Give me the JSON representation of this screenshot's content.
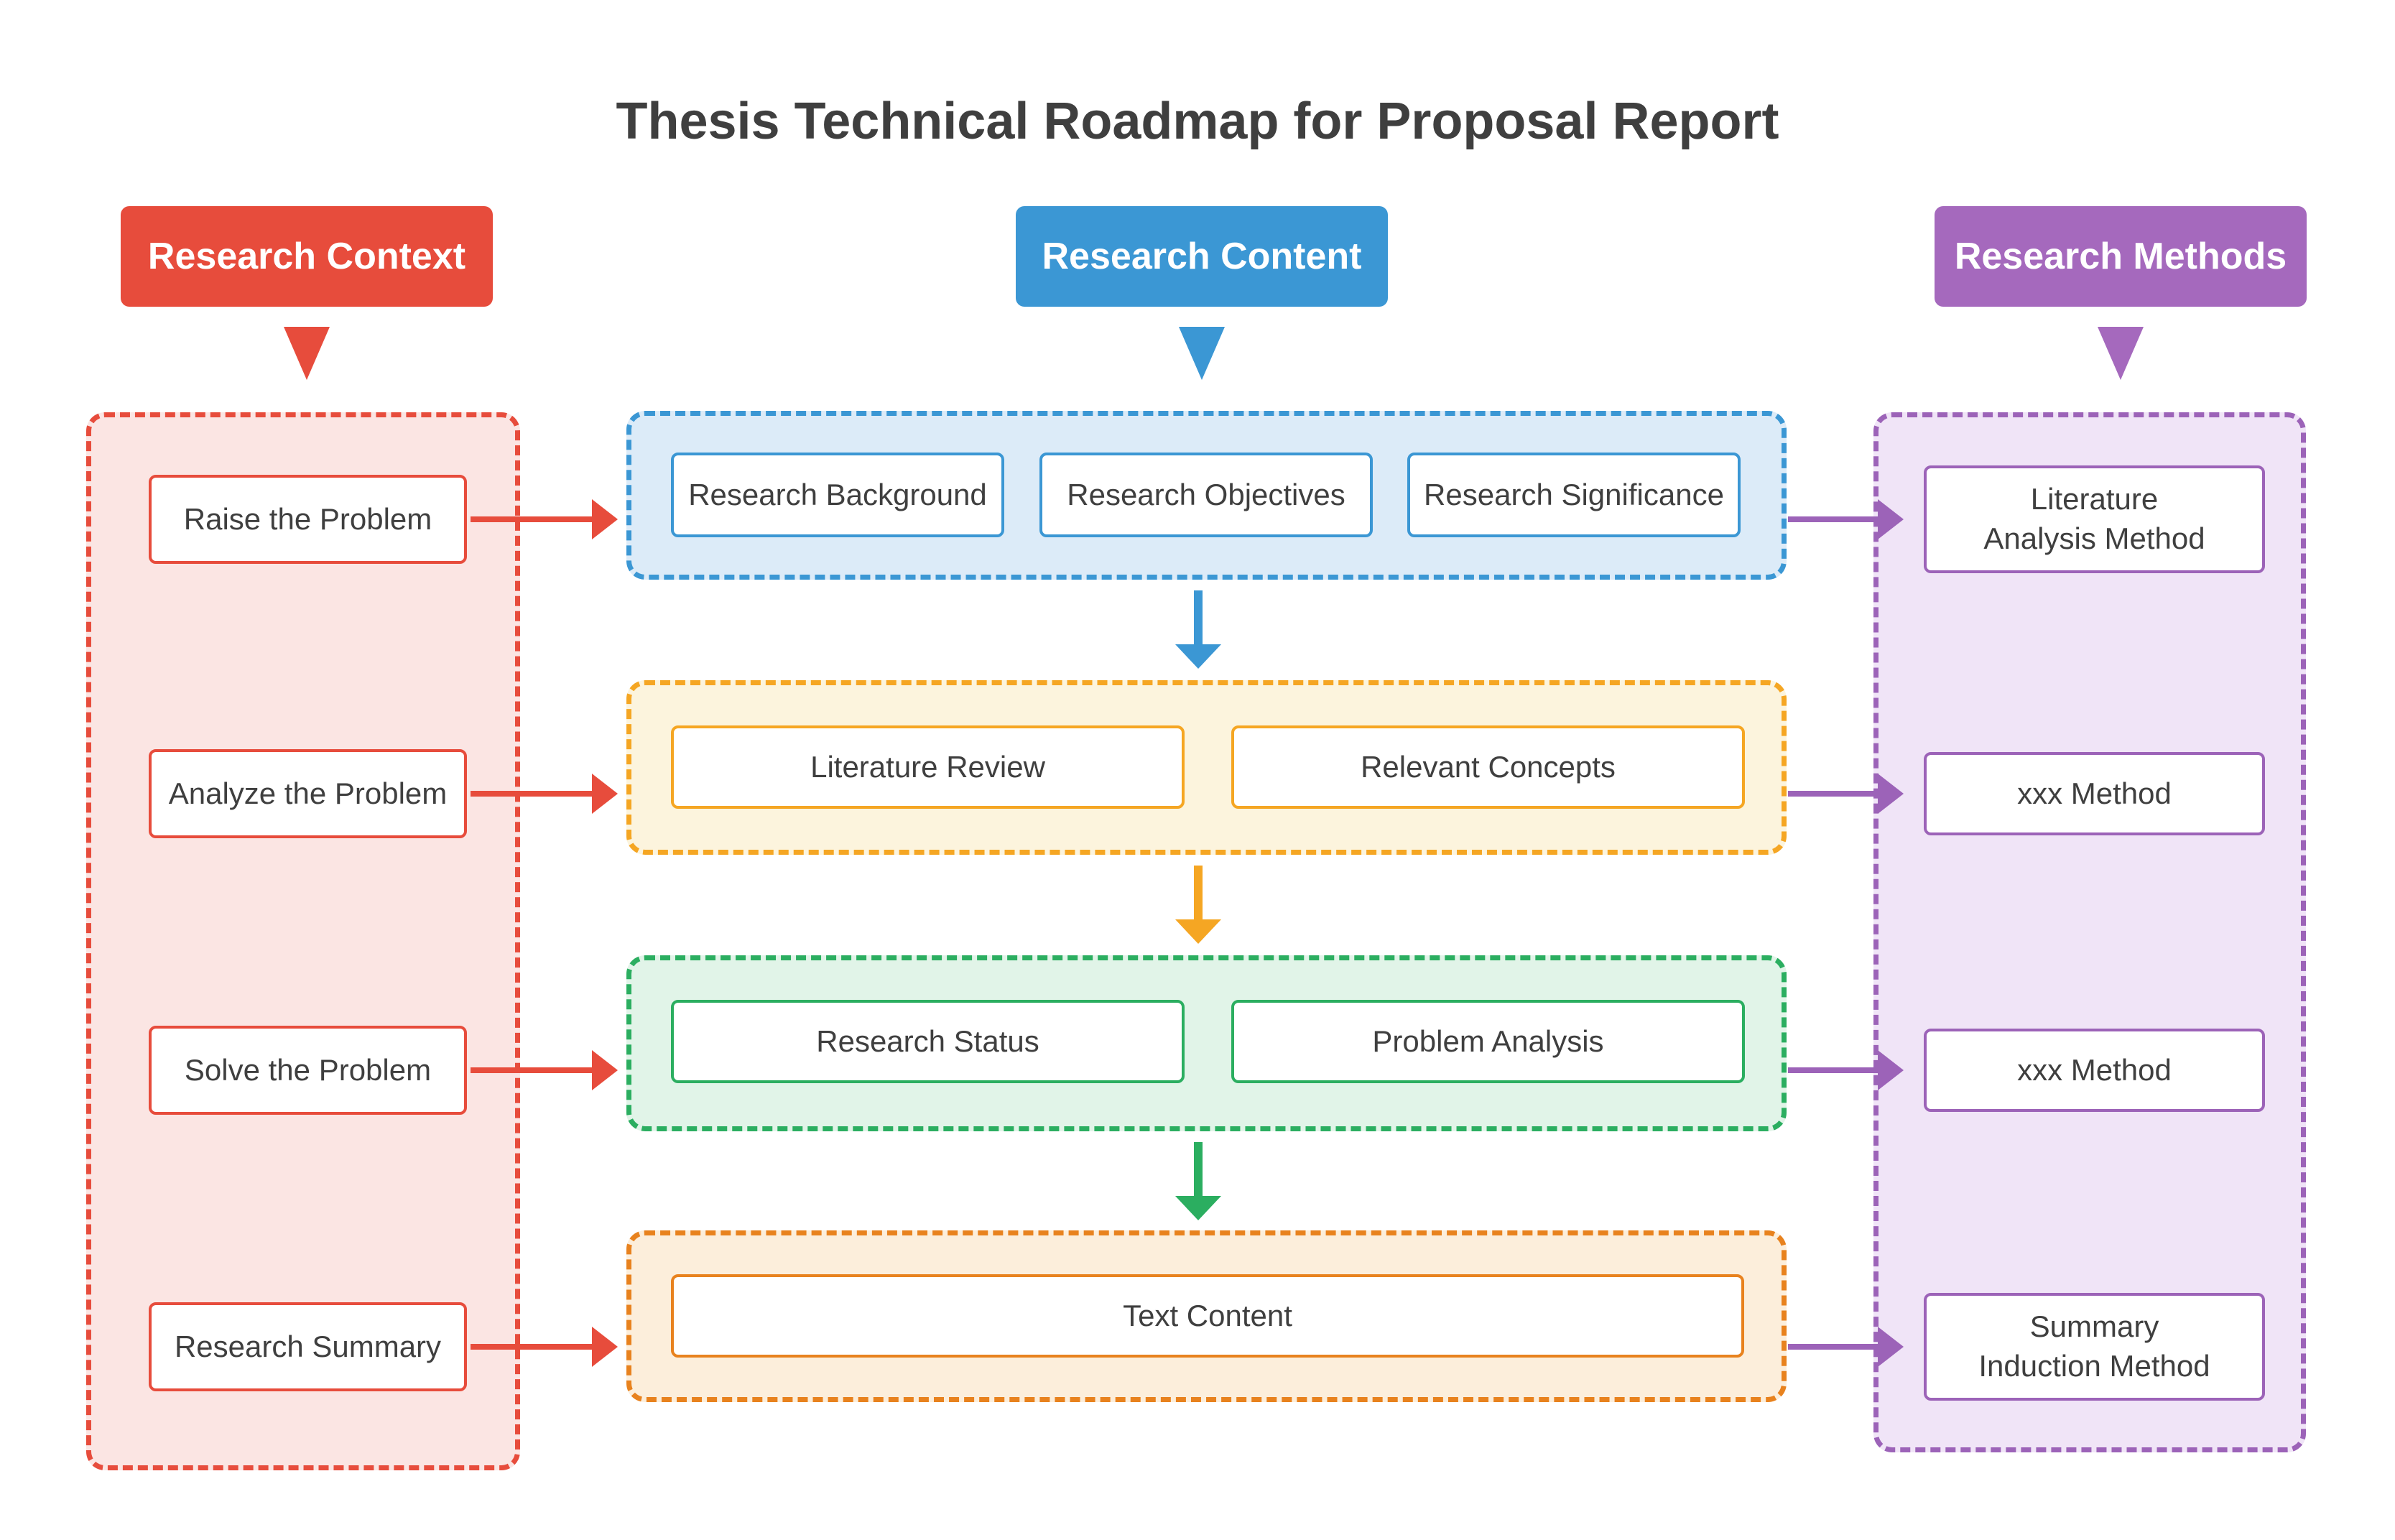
{
  "title": "Thesis Technical Roadmap for Proposal Report",
  "colors": {
    "red": "#E74C3C",
    "red_fill": "#FBE5E3",
    "blue": "#3B97D4",
    "blue_fill": "#DCEBF8",
    "purple": "#9C63B8",
    "purple_header": "#A569BD",
    "purple_fill": "#F0E4F7",
    "amber": "#F5A623",
    "amber_fill": "#FCF4DD",
    "green": "#2BAE60",
    "green_fill": "#E1F4E8",
    "orange": "#E8821E",
    "orange_fill": "#FCEEDB",
    "node_bg": "#FFFFFF",
    "text": "#3F3F3F",
    "header_text": "#FFFFFF"
  },
  "columns": {
    "context": {
      "header": "Research Context",
      "items": [
        "Raise the Problem",
        "Analyze the Problem",
        "Solve the Problem",
        "Research Summary"
      ]
    },
    "content": {
      "header": "Research Content",
      "rows": [
        {
          "items": [
            "Research Background",
            "Research Objectives",
            "Research Significance"
          ]
        },
        {
          "items": [
            "Literature Review",
            "Relevant Concepts"
          ]
        },
        {
          "items": [
            "Research Status",
            "Problem Analysis"
          ]
        },
        {
          "items": [
            "Text Content"
          ]
        }
      ]
    },
    "methods": {
      "header": "Research Methods",
      "items": [
        "Literature\nAnalysis Method",
        "xxx Method",
        "xxx Method",
        "Summary\nInduction Method"
      ]
    }
  }
}
